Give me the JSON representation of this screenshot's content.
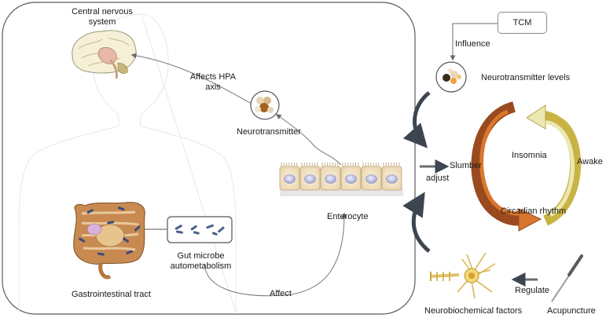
{
  "labels": {
    "cns": "Central nervous system",
    "affects_hpa": "Affects HPA axis",
    "neurotransmitter": "Neurotransmitter",
    "enterocyte": "Enterocyte",
    "gut_microbe": "Gut microbe autometabolism",
    "gi_tract": "Gastrointestinal tract",
    "affect": "Affect",
    "tcm": "TCM",
    "influence": "Influence",
    "nt_levels": "Neurotransmitter levels",
    "slumber": "Slumber",
    "adjust": "adjust",
    "insomnia": "Insomnia",
    "awake": "Awake",
    "circadian": "Circadian rhythm",
    "neurobiochem": "Neurobiochemical factors",
    "regulate": "Regulate",
    "acupuncture": "Acupuncture"
  },
  "colors": {
    "cycle_dark": "#9a4a1f",
    "cycle_orange": "#d9772e",
    "cycle_light": "#ece8b4",
    "cycle_olive": "#c9b443",
    "arrow_dark": "#3d4650",
    "outline": "#4a4a4a"
  }
}
